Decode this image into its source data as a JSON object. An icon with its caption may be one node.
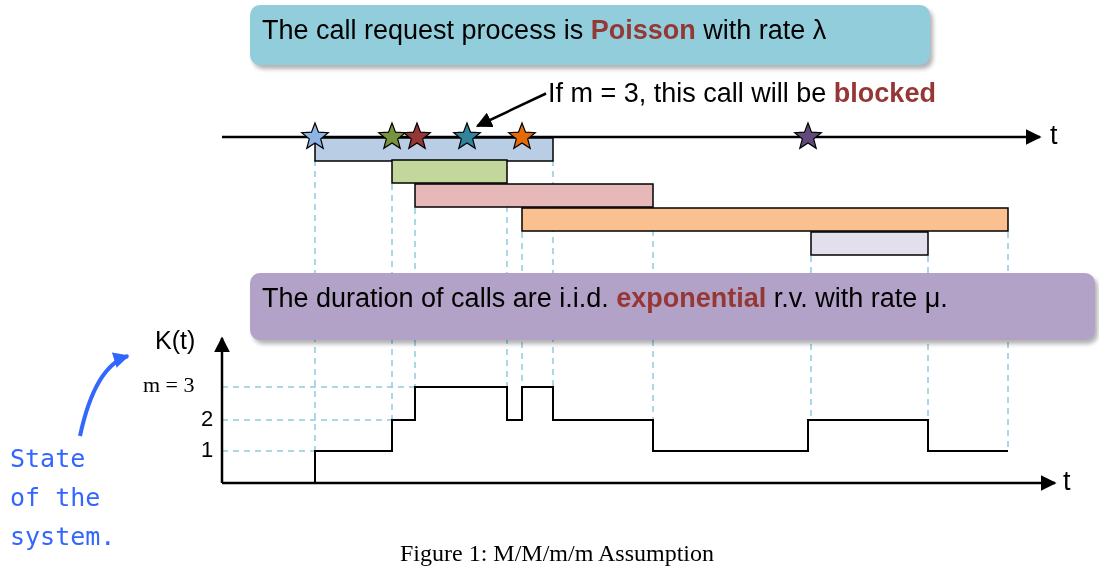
{
  "diagram": {
    "caption": "Figure 1: M/M/m/m Assumption",
    "nodes": [
      {
        "text": [
          "The call request process is **Poisson** with rate λ"
        ]
      },
      {
        "text": [
          "If m = 3, this call will be **blocked**"
        ]
      },
      {
        "text": [],
        "shape": "star"
      },
      {
        "text": [
          "The duration of calls are i.i.d. **exponential** r.v. with rate μ."
        ]
      },
      {
        "text": [
          "State of the system."
        ]
      }
    ],
    "edges": [
      {
        "from": 1,
        "to": 2,
        "arrow": "to"
      },
      {
        "from": 4,
        "to": null,
        "arrow": "to",
        "color": "#3366ff"
      }
    ],
    "labels": [
      "t",
      "K(t)",
      "m = 3",
      "2",
      "1",
      "t"
    ]
  }
}
